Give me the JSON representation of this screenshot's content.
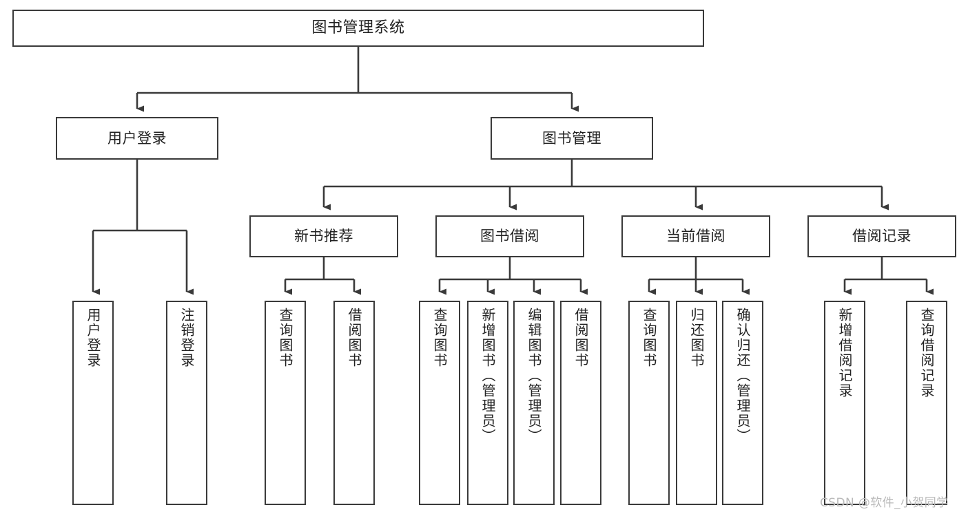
{
  "diagram": {
    "type": "tree",
    "title": "图书管理系统",
    "watermark": "CSDN @软件_小贺同学",
    "colors": {
      "box_border": "#3a3a3a",
      "box_fill": "#ffffff",
      "connector": "#3a3a3a",
      "text": "#222222",
      "watermark": "#b9b9b9",
      "background": "#ffffff"
    },
    "root": {
      "label": "图书管理系统"
    },
    "level2": [
      {
        "label": "用户登录"
      },
      {
        "label": "图书管理"
      }
    ],
    "level3": [
      {
        "label": "新书推荐"
      },
      {
        "label": "图书借阅"
      },
      {
        "label": "当前借阅"
      },
      {
        "label": "借阅记录"
      }
    ],
    "leaves": {
      "user_login": [
        {
          "label": "用户登录"
        },
        {
          "label": "注销登录"
        }
      ],
      "new_book_recommend": [
        {
          "label": "查询图书"
        },
        {
          "label": "借阅图书"
        }
      ],
      "book_borrow": [
        {
          "label": "查询图书"
        },
        {
          "label": "新增图书（管理员）"
        },
        {
          "label": "编辑图书（管理员）"
        },
        {
          "label": "借阅图书"
        }
      ],
      "current_borrow": [
        {
          "label": "查询图书"
        },
        {
          "label": "归还图书"
        },
        {
          "label": "确认归还（管理员）"
        }
      ],
      "borrow_record": [
        {
          "label": "新增借阅记录"
        },
        {
          "label": "查询借阅记录"
        }
      ]
    }
  }
}
